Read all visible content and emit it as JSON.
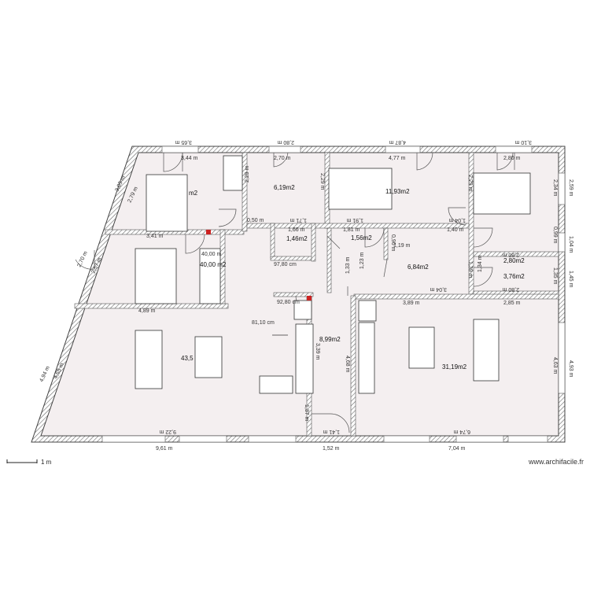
{
  "floorplan": {
    "wall_color": "#5a5a5a",
    "room_fill": "#f4eff0",
    "hatch_color": "#888888",
    "accent_red": "#cc2222",
    "rooms": [
      {
        "label": "m2"
      },
      {
        "label": "6,19m2"
      },
      {
        "label": "11,93m2"
      },
      {
        "label": "1,46m2"
      },
      {
        "label": "1,56m2"
      },
      {
        "label": "6,84m2"
      },
      {
        "label": "2,80m2"
      },
      {
        "label": "3,76m2"
      },
      {
        "label": "43,5"
      },
      {
        "label": "8,99m2"
      },
      {
        "label": "31,19m2"
      },
      {
        "label": "40,00 m2"
      }
    ],
    "outer_dims": {
      "top": [
        "3,65 m",
        "2,80 m",
        "4,87 m",
        "3,10 m"
      ],
      "top_inner": [
        "3,44 m",
        "2,70 m",
        "4,77 m",
        "2,80 m"
      ],
      "bottom": [
        "9,61 m",
        "1,52 m",
        "7,04 m"
      ],
      "bottom_inner": [
        "9,22 m",
        "1,41 m",
        "6,74 m"
      ],
      "left": [
        "3,05 m",
        "2,79 m",
        "2,70 m",
        "2,57 m",
        "4,94 m",
        "4,55 m"
      ],
      "right": [
        "2,59 m",
        "2,34 m",
        "1,04 m",
        "0,99 m",
        "1,45 m",
        "1,35 m",
        "4,93 m",
        "4,63 m"
      ]
    },
    "inner_dims": [
      "3,41 m",
      "4,89 m",
      "3,89 m",
      "3,04 m",
      "2,85 m",
      "2,80 m",
      "2,80 m",
      "2,29 m",
      "2,29 m",
      "2,29 m",
      "1,04 m",
      "1,40 m",
      "1,71 m",
      "1,66 m",
      "1,81 m",
      "1,91 m",
      "1,19 m",
      "1,23 m",
      "1,33 m",
      "1,39 m",
      "1,34 m",
      "1,37 m",
      "3,39 m",
      "4,68 m",
      "92,80 cm",
      "81,10 cm",
      "97,80 cm",
      "40,00 m",
      "0,50 m",
      "0,90 m"
    ]
  },
  "scale": {
    "label": "1 m"
  },
  "watermark": "www.archifacile.fr"
}
